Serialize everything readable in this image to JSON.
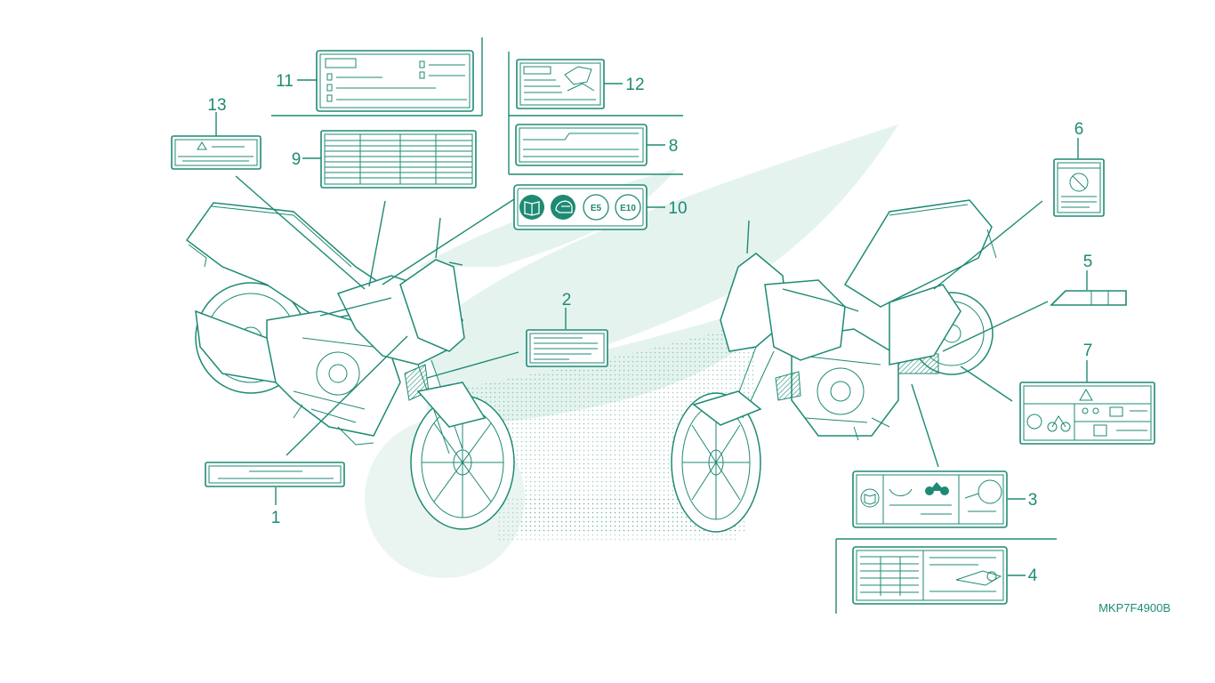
{
  "diagram": {
    "callouts": [
      {
        "id": "1",
        "label": "1"
      },
      {
        "id": "2",
        "label": "2"
      },
      {
        "id": "3",
        "label": "3"
      },
      {
        "id": "4",
        "label": "4"
      },
      {
        "id": "5",
        "label": "5"
      },
      {
        "id": "6",
        "label": "6"
      },
      {
        "id": "7",
        "label": "7"
      },
      {
        "id": "8",
        "label": "8"
      },
      {
        "id": "9",
        "label": "9"
      },
      {
        "id": "10",
        "label": "10"
      },
      {
        "id": "11",
        "label": "11"
      },
      {
        "id": "12",
        "label": "12"
      },
      {
        "id": "13",
        "label": "13"
      }
    ],
    "fuel_label": {
      "e5": "E5",
      "e10": "E10"
    },
    "part_code": "MKP7F4900B"
  }
}
